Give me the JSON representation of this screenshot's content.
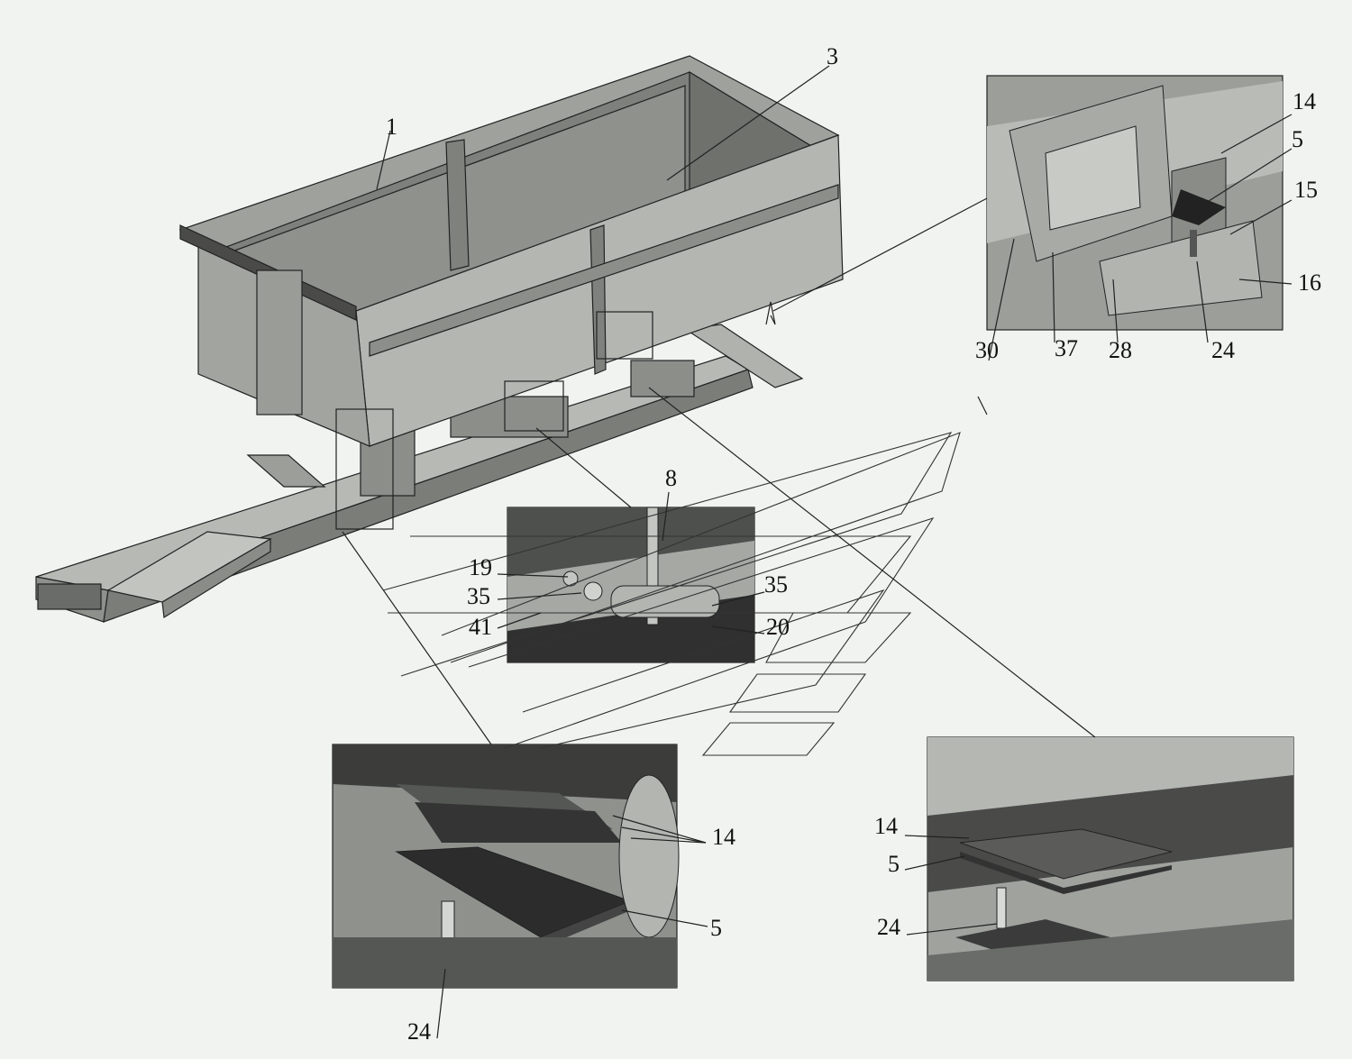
{
  "colors": {
    "background": "#f1f3f0",
    "part_fill": "#a9aba7",
    "part_dark": "#6d6f6c",
    "part_shadow": "#3a3b3a",
    "line": "#222222"
  },
  "callouts": {
    "c1": "1",
    "c3": "3",
    "c8": "8",
    "c19": "19",
    "c35a": "35",
    "c41": "41",
    "c35b": "35",
    "c20": "20",
    "tr_14": "14",
    "tr_5": "5",
    "tr_15": "15",
    "tr_16": "16",
    "tr_30": "30",
    "tr_37": "37",
    "tr_28": "28",
    "tr_24": "24",
    "bl_14": "14",
    "bl_5": "5",
    "bl_24": "24",
    "br_14": "14",
    "br_5": "5",
    "br_24": "24"
  }
}
